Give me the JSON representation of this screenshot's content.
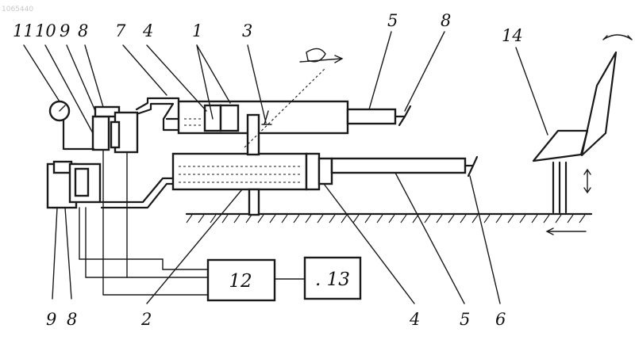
{
  "watermark": "1065440",
  "callouts": {
    "c11": "11",
    "c10": "10",
    "c9_top": "9",
    "c8_top": "8",
    "c7": "7",
    "c4_top": "4",
    "c1": "1",
    "c3": "3",
    "c5_top": "5",
    "c8_right": "8",
    "c14": "14",
    "c9_bottom": "9",
    "c8_bottom": "8",
    "c2": "2",
    "c4_bottom": "4",
    "c5_bottom": "5",
    "c6": "6"
  },
  "blocks": {
    "block12": "12",
    "block13": ". 13"
  }
}
